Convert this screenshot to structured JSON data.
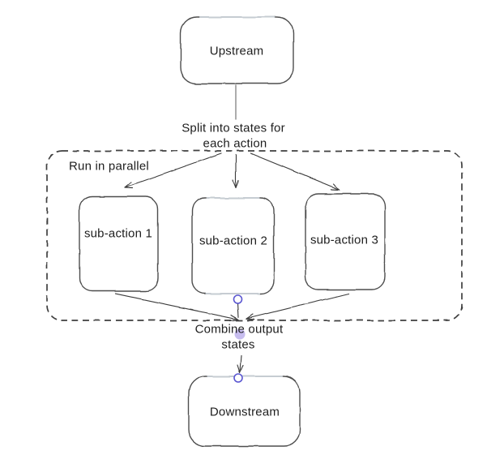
{
  "nodes": {
    "upstream": {
      "label": "Upstream"
    },
    "sub_action_1": {
      "label": "sub-action 1"
    },
    "sub_action_2": {
      "label": "sub-action 2"
    },
    "sub_action_3": {
      "label": "sub-action 3"
    },
    "downstream": {
      "label": "Downstream"
    }
  },
  "group": {
    "label": "Run in parallel"
  },
  "annotations": {
    "split": {
      "line1": "Split into states for",
      "line2": "each action"
    },
    "combine": {
      "line1": "Combine output",
      "line2": "states"
    }
  },
  "colors": {
    "background": "#ffffff",
    "shape_stroke": "#4d4d4d",
    "dashed_stroke": "#3f3f3f",
    "arrow_stroke": "#3d3d3d",
    "text": "#1e1e1e",
    "handle_stroke": "#5b57d1",
    "handle_fill": "#ffffff",
    "midpoint_fill": "#bdb2ec",
    "highlight_edge": "#c6ccd2"
  }
}
